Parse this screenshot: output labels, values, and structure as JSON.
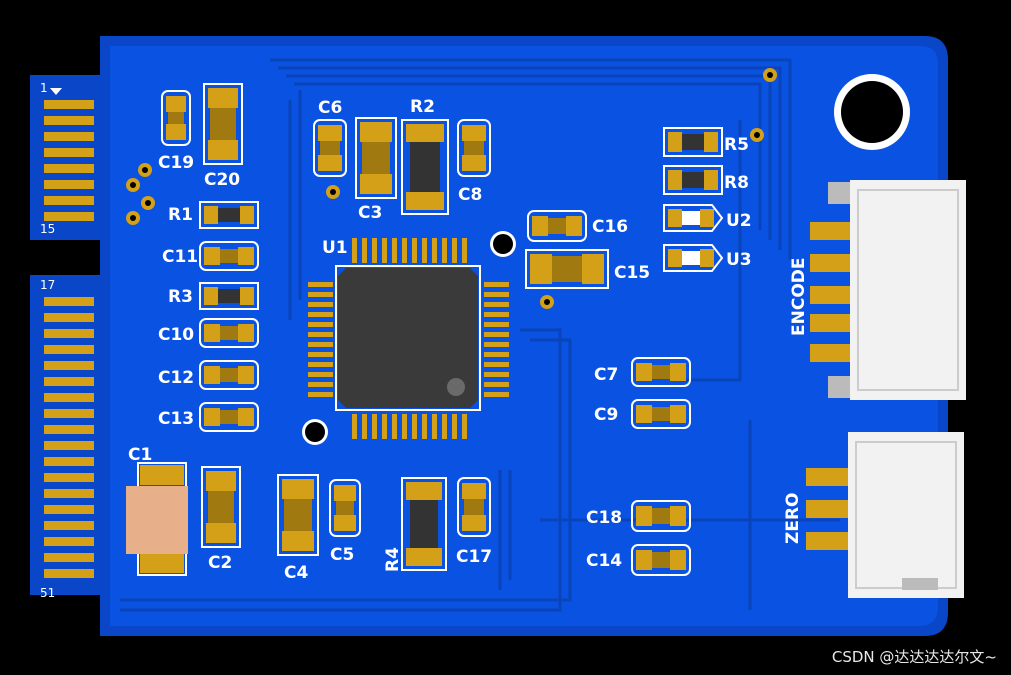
{
  "colors": {
    "board": "#0a46c8",
    "copper": "#0b55e6",
    "trace": "#0a4fd8",
    "pad": "#d4a017",
    "silk": "#ffffff",
    "ic": "#3a3a3a"
  },
  "edge_pins": {
    "top_first": "1",
    "top_last": "15",
    "bottom_first": "17",
    "bottom_last": "51"
  },
  "labels": {
    "c19": "C19",
    "c20": "C20",
    "r1": "R1",
    "c11": "C11",
    "r3": "R3",
    "c10": "C10",
    "c12": "C12",
    "c13": "C13",
    "c1": "C1",
    "c2": "C2",
    "c4": "C4",
    "c5": "C5",
    "r4": "R4",
    "c17": "C17",
    "c6": "C6",
    "r2": "R2",
    "c3": "C3",
    "c8": "C8",
    "u1": "U1",
    "c16": "C16",
    "c15": "C15",
    "r5": "R5",
    "r8": "R8",
    "u2": "U2",
    "u3": "U3",
    "c7": "C7",
    "c9": "C9",
    "c18": "C18",
    "c14": "C14",
    "encode": "ENCODE",
    "zero": "ZERO"
  },
  "watermark": "CSDN @达达达达尔文~"
}
